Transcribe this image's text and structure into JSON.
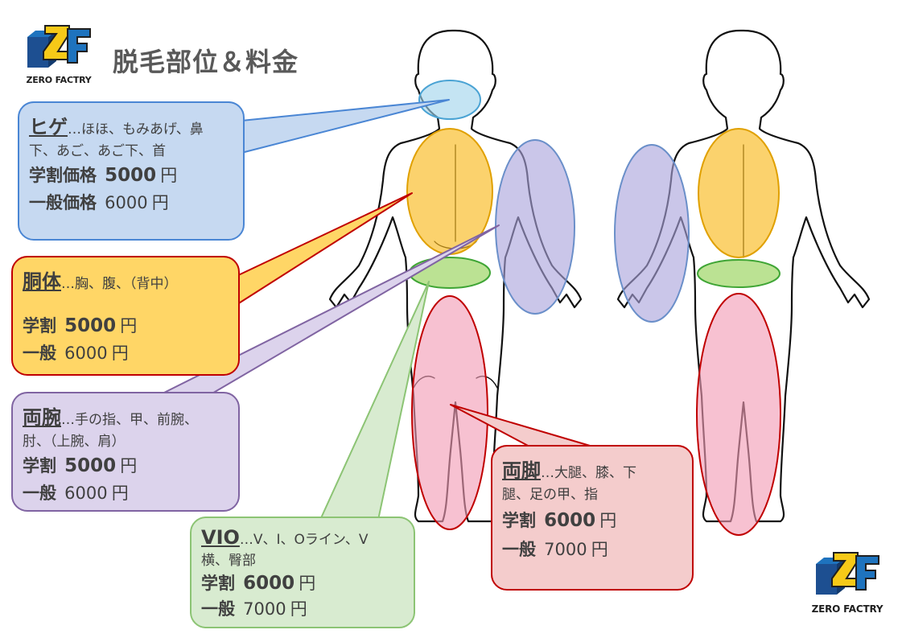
{
  "brand": {
    "wordmark": "ZERO FACTRY",
    "letter_z": "Z",
    "letter_f": "F"
  },
  "title": "脱毛部位＆料金",
  "plans": [
    {
      "key": "beard",
      "name": "ヒゲ",
      "desc": "…ほほ、もみあげ、鼻",
      "desc2": "下、あご、あご下、首",
      "student_label": "学割価格",
      "student_price": "5000",
      "general_label": "一般価格",
      "general_price": "6000",
      "yen": "円",
      "fill": "#c6d9f1",
      "stroke": "#4a86d4"
    },
    {
      "key": "torso",
      "name": "胴体",
      "desc": "…胸、腹、（背中）",
      "desc2": "",
      "student_label": "学割",
      "student_price": "5000",
      "general_label": "一般",
      "general_price": "6000",
      "yen": "円",
      "fill": "#ffd666",
      "stroke": "#c00000"
    },
    {
      "key": "arms",
      "name": "両腕",
      "desc": "…手の指、甲、前腕、",
      "desc2": "肘、（上腕、肩）",
      "student_label": "学割",
      "student_price": "5000",
      "general_label": "一般",
      "general_price": "6000",
      "yen": "円",
      "fill": "#dcd3ec",
      "stroke": "#8064a2"
    },
    {
      "key": "vio",
      "name": "VIO",
      "desc": "…V、I、Oライン、V",
      "desc2": "横、臀部",
      "student_label": "学割",
      "student_price": "6000",
      "general_label": "一般",
      "general_price": "7000",
      "yen": "円",
      "fill": "#d8ebd0",
      "stroke": "#8cc474"
    },
    {
      "key": "legs",
      "name": "両脚",
      "desc": "…大腿、膝、下",
      "desc2": "腿、足の甲、指",
      "student_label": "学割",
      "student_price": "6000",
      "general_label": "一般",
      "general_price": "7000",
      "yen": "円",
      "fill": "#f4cccc",
      "stroke": "#c00000"
    }
  ],
  "zones": {
    "beard": "#9fd3ec",
    "torso": "#f9b614",
    "arms": "#a9a3dc",
    "vio": "#92d050",
    "legs": "#f29bb5"
  },
  "logo_colors": {
    "blue": "#1e73be",
    "yellow": "#f6c918",
    "block": "#1d4f91"
  }
}
